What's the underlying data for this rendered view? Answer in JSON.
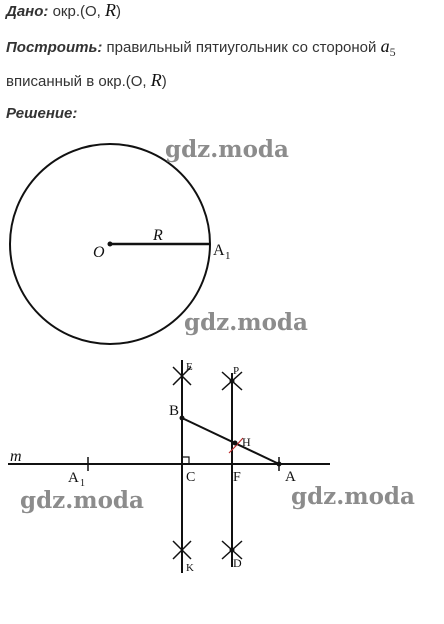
{
  "given": {
    "label": "Дано:",
    "text_a": "окр.(O",
    "sep": ",",
    "R": "R",
    "close": ")"
  },
  "construct": {
    "label": "Построить:",
    "text": "правильный пятиугольник со стороной",
    "a": "a",
    "sub": "5"
  },
  "inscribed": {
    "text_a": "вписанный в окр.(O",
    "sep": ",",
    "R": "R",
    "close": ")"
  },
  "solution": {
    "label": "Решение:"
  },
  "watermarks": [
    "gdz.moda",
    "gdz.moda",
    "gdz.moda",
    "gdz.moda"
  ],
  "figure1": {
    "center_label": "O",
    "radius_label": "R",
    "point_label": "A",
    "point_sub": "1"
  },
  "figure2": {
    "line_label": "m",
    "A1": "A",
    "A1_sub": "1",
    "C": "C",
    "F": "F",
    "A": "A",
    "B": "B",
    "H": "H",
    "E": "E",
    "P": "P",
    "K": "K",
    "D": "D"
  }
}
